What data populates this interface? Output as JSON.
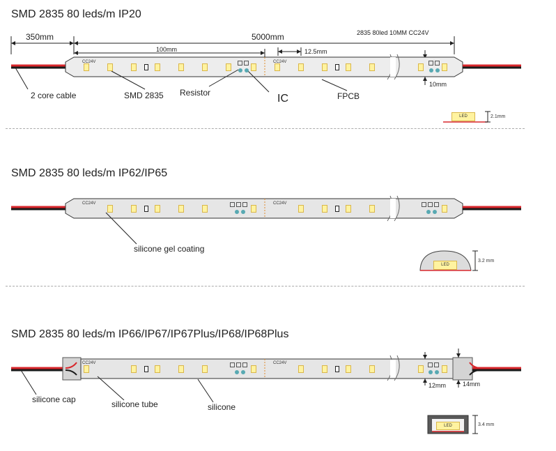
{
  "sections": [
    {
      "title": "SMD 2835 80 leds/m IP20",
      "dims": {
        "cable_len": "350mm",
        "total_len": "5000mm",
        "segment_len": "100mm",
        "pitch": "12.5mm",
        "width": "10mm",
        "spec": "2835 80led 10MM  CC24V"
      },
      "labels": {
        "cable": "2 core cable",
        "smd": "SMD 2835",
        "resistor": "Resistor",
        "ic": "IC",
        "fpcb": "FPCB"
      },
      "cross_section": {
        "led": "LED",
        "height": "2.1mm"
      }
    },
    {
      "title": "SMD 2835  80 leds/m IP62/IP65",
      "labels": {
        "coating": "silicone gel coating"
      },
      "cross_section": {
        "led": "LED",
        "height": "3.2 mm"
      }
    },
    {
      "title": "SMD 2835 80 leds/m IP66/IP67/IP67Plus/IP68/IP68Plus",
      "dims": {
        "width_inner": "12mm",
        "width_outer": "14mm"
      },
      "labels": {
        "cap": "silicone cap",
        "tube": "silicone tube",
        "silicone": "silicone"
      },
      "cross_section": {
        "led": "LED",
        "height": "3.4 mm"
      }
    }
  ],
  "pcb_marking": "CC24V",
  "colors": {
    "wire_red": "#d8262b",
    "wire_black": "#1a1a1a",
    "pcb_fill": "#ededed",
    "led_fill": "#fff3a0",
    "ic_pad": "#58a9b2",
    "cut_mark": "#e08a2c"
  }
}
